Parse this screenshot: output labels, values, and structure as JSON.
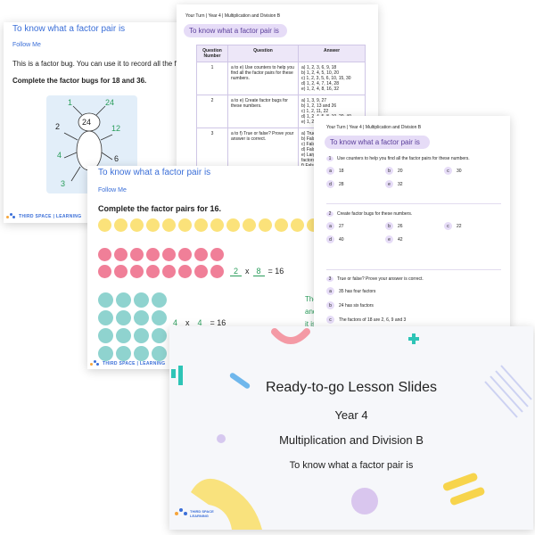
{
  "slide1": {
    "objective": "To know what a factor pair is",
    "follow_me": "Follow Me",
    "intro": "This is a factor bug. You can use it to record all the fa",
    "task": "Complete the factor bugs for 18 and 36.",
    "bug_center": "24",
    "bug_factors": [
      "1",
      "24",
      "2",
      "12",
      "4",
      "6",
      "3"
    ],
    "logo": "THIRD SPACE | LEARNING"
  },
  "worksheet1": {
    "header": "Your Turn | Year 4 | Multiplication and Division B",
    "objective": "To know what a factor pair is",
    "table_headers": [
      "Question Number",
      "Question",
      "Answer"
    ],
    "rows": [
      {
        "num": "1",
        "question": "a to e) Use counters to help you find all the factor pairs for these numbers.",
        "answer": "a) 1, 2, 3, 6, 9, 18\nb) 1, 2, 4, 5, 10, 20\nc) 1, 2, 3, 5, 6, 10, 15, 30\nd) 1, 2, 4, 7, 14, 28\ne) 1, 2, 4, 8, 16, 32"
      },
      {
        "num": "2",
        "question": "a to e) Create factor bugs for these numbers.",
        "answer": "a) 1, 3, 9, 27\nb) 1, 2, 13 and 26\nc) 1, 2, 11, 22\nd) 1, 2, 4, 5, 8, 10, 20, 40\ne) 1, 2, 3..."
      },
      {
        "num": "3",
        "question": "a to f) True or false? Prove your answer is correct.",
        "answer": "a) True\nb) False\nc) False\nd) False\ne) Large\nfactors\nf) False\ntoo four\nf) false"
      }
    ]
  },
  "slide2": {
    "objective": "To know what a factor pair is",
    "follow_me": "Follow Me",
    "task": "Complete the factor pairs for 16.",
    "eq1_a": "2",
    "eq1_op": "x",
    "eq1_b": "8",
    "eq1_result": "= 16",
    "eq2_a": "4",
    "eq2_op": "x",
    "eq2_b": "4",
    "eq2_result": "= 16",
    "side_text_1": "The",
    "side_text_2": "and",
    "side_text_3": "it is",
    "logo": "THIRD SPACE | LEARNING",
    "colors": {
      "yellow": "#fbe27a",
      "pink": "#f07f98",
      "teal": "#8fd3cf"
    }
  },
  "worksheet2": {
    "header": "Your Turn | Year 4 | Multiplication and Division B",
    "objective": "To know what a factor pair is",
    "q1": {
      "num": "1",
      "text": "Use counters to help you find all the factor pairs for these numbers.",
      "items": [
        {
          "l": "a",
          "v": "18"
        },
        {
          "l": "b",
          "v": "20"
        },
        {
          "l": "c",
          "v": "30"
        },
        {
          "l": "d",
          "v": "28"
        },
        {
          "l": "e",
          "v": "32"
        }
      ]
    },
    "q2": {
      "num": "2",
      "text": "Create factor bugs for these numbers.",
      "items": [
        {
          "l": "a",
          "v": "27"
        },
        {
          "l": "b",
          "v": "26"
        },
        {
          "l": "c",
          "v": "22"
        },
        {
          "l": "d",
          "v": "40"
        },
        {
          "l": "e",
          "v": "42"
        }
      ]
    },
    "q3": {
      "num": "3",
      "text": "True or false? Prove your answer is correct.",
      "items": [
        {
          "l": "a",
          "v": "35 has four factors"
        },
        {
          "l": "b",
          "v": "24 has six factors"
        },
        {
          "l": "c",
          "v": "The factors of 18 are 2, 6, 9 and 3"
        }
      ]
    }
  },
  "title_slide": {
    "title": "Ready-to-go Lesson Slides",
    "year": "Year 4",
    "unit": "Multiplication and Division B",
    "objective": "To know what a factor pair is",
    "logo_line1": "THIRD SPACE",
    "logo_line2": "LEARNING"
  }
}
